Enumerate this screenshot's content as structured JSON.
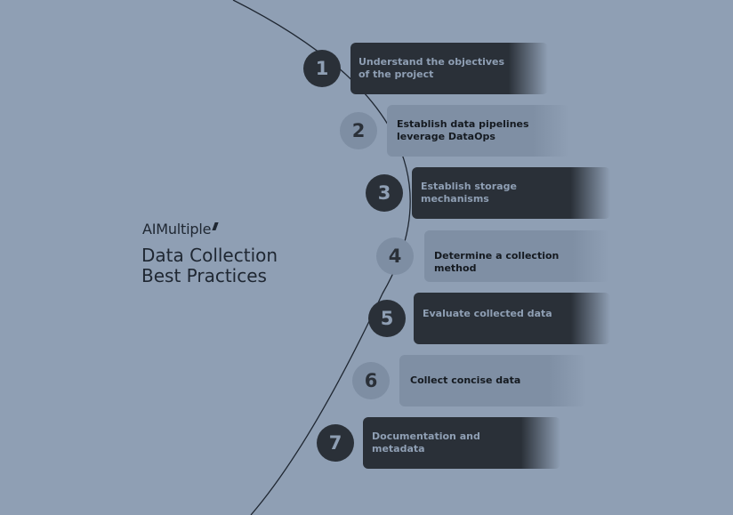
{
  "brand": {
    "name": "AIMultiple"
  },
  "title": {
    "line1": "Data Collection",
    "line2": "Best Practices"
  },
  "steps": [
    {
      "number": "1",
      "label": "Understand the objectives\nof the project"
    },
    {
      "number": "2",
      "label": "Establish data pipelines\nleverage DataOps"
    },
    {
      "number": "3",
      "label": "Establish storage\nmechanisms"
    },
    {
      "number": "4",
      "label": "Determine a collection\nmethod"
    },
    {
      "number": "5",
      "label": "Evaluate collected data"
    },
    {
      "number": "6",
      "label": "Collect concise data"
    },
    {
      "number": "7",
      "label": "Documentation and\nmetadata"
    }
  ],
  "colors": {
    "background": "#8f9fb4",
    "dark": "#2a3038",
    "light": "#7f8fa4"
  }
}
